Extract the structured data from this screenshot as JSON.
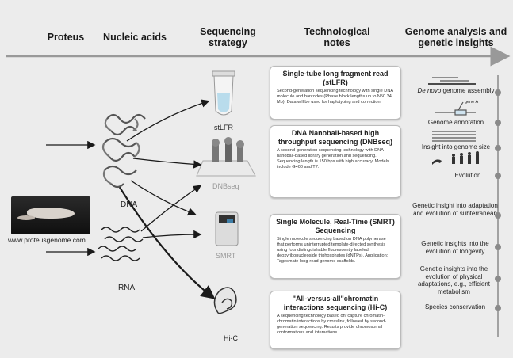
{
  "headers": {
    "proteus": "Proteus",
    "nucleic": "Nucleic acids",
    "strategy": "Sequencing strategy",
    "notes": "Technological notes",
    "genome": "Genome analysis and genetic insights"
  },
  "left": {
    "website": "www.proteusgenome.com",
    "dna": "DNA",
    "rna": "RNA"
  },
  "strategies": {
    "stlfr": "stLFR",
    "dnbseq": "DNBseq",
    "smrt": "SMRT",
    "hic": "Hi-C"
  },
  "cards": [
    {
      "title": "Single-tube long fragment read (stLFR)",
      "desc": "Second-generation sequencing technology with single DNA molecule and barcodes (Phase block lengths up to N50 34 Mb). Data will be used for haplotyping and correction."
    },
    {
      "title": "DNA Nanoball-based high throughput sequencing (DNBseq)",
      "desc": "A second-generation sequencing technology with DNA nanoball-based library generation and sequencing. Sequencing length is 150 bps with high accuracy. Models include G400 and T7."
    },
    {
      "title": "Single Molecule, Real-Time (SMRT) Sequencing",
      "desc": "Single molecule sequencing based on DNA polymerase that performs uninterrupted template-directed synthesis using four distinguishable fluorescently labeled deoxyribonucleoside triphosphates (dNTPs). Application: Tagesmate long-read genome scaffolds."
    },
    {
      "title": "\"All-versus-all\"chromatin interactions sequencing (Hi-C)",
      "desc": "A sequencing technology based on 'capture chromatin-chromatin interactions by crosslink, followed by second-generation sequencing. Results provide chromosomal conformations and interactions."
    }
  ],
  "insights": {
    "assembly_italic": "De novo",
    "assembly": " genome assembly",
    "gene_label": "gene A",
    "annotation": "Genome annotation",
    "size": "Insight into  genome size",
    "evolution": "Evolution",
    "subterranean": "Genetic insight into adaptation and evolution of subterranean",
    "longevity": "Genetic insights into the evolution of longevity",
    "physical": "Genetic insights into the evolution of physical adaptations, e.g., efficient metabolism",
    "conservation": "Species conservation"
  },
  "colors": {
    "background": "#ececec",
    "arrow": "#1a1a1a",
    "timeline": "#888888",
    "card_border": "#bbbbbb"
  }
}
